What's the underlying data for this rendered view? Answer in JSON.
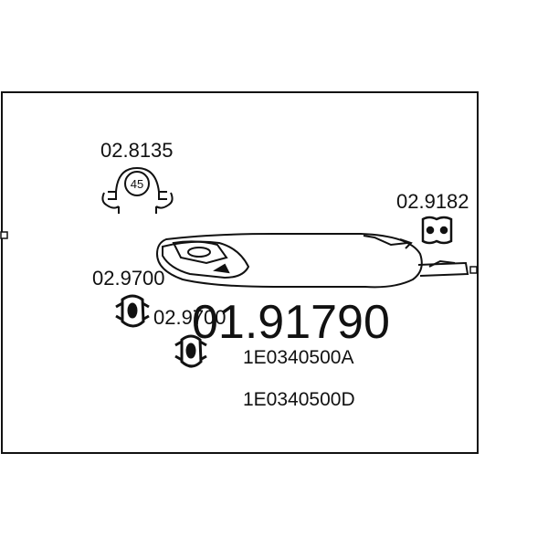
{
  "diagram": {
    "main_part_number": "01.91790",
    "oem_references": [
      "1E0340500A",
      "1E0340500D"
    ],
    "parts": [
      {
        "number": "02.8135",
        "type": "exhaust clamp",
        "size_label": "45"
      },
      {
        "number": "02.9182",
        "type": "rubber hanger"
      },
      {
        "number": "02.9700",
        "type": "rubber mount"
      },
      {
        "number": "02.9700",
        "type": "rubber mount"
      }
    ],
    "stroke_color": "#111111",
    "background_color": "#ffffff"
  }
}
